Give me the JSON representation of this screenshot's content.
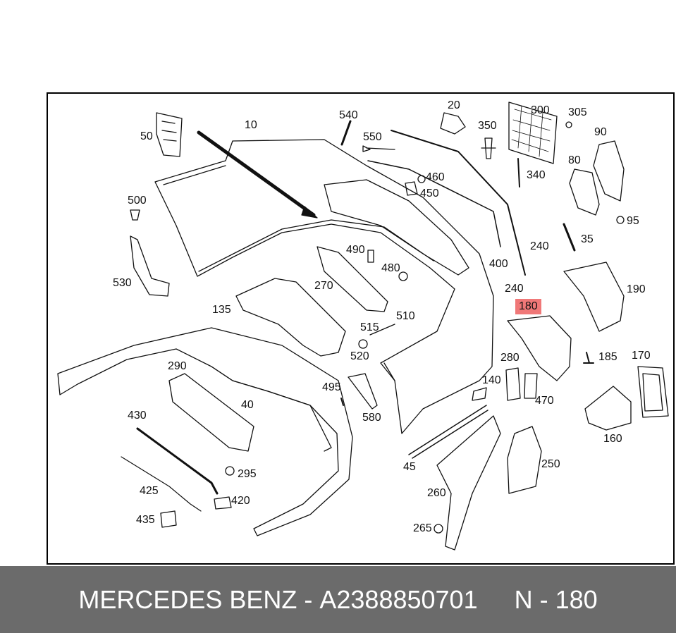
{
  "labels": {
    "p10": "10",
    "p20": "20",
    "p35": "35",
    "p40": "40",
    "p45": "45",
    "p50": "50",
    "p80": "80",
    "p90": "90",
    "p95": "95",
    "p135": "135",
    "p140": "140",
    "p160": "160",
    "p170": "170",
    "p180": "180",
    "p185": "185",
    "p190": "190",
    "p240a": "240",
    "p240b": "240",
    "p250": "250",
    "p260": "260",
    "p265": "265",
    "p270": "270",
    "p280": "280",
    "p290": "290",
    "p295": "295",
    "p300": "300",
    "p305": "305",
    "p340": "340",
    "p350": "350",
    "p400": "400",
    "p420": "420",
    "p425": "425",
    "p430": "430",
    "p435": "435",
    "p450": "450",
    "p460": "460",
    "p470": "470",
    "p480": "480",
    "p490": "490",
    "p495": "495",
    "p500": "500",
    "p510": "510",
    "p515": "515",
    "p520": "520",
    "p530": "530",
    "p540": "540",
    "p550": "550",
    "p580": "580"
  },
  "highlight": {
    "label": "180",
    "color": "#f07878"
  },
  "footer": {
    "brand": "MERCEDES BENZ",
    "separator": " - ",
    "part_number": "A2388850701",
    "position": "N - 180",
    "background": "#6b6b6b"
  }
}
